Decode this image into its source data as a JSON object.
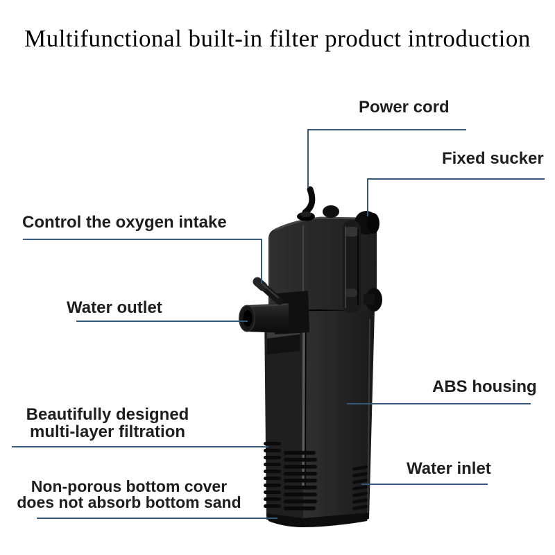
{
  "title": "Multifunctional built-in filter product introduction",
  "callouts": {
    "power_cord": {
      "label": "Power cord"
    },
    "fixed_sucker": {
      "label": "Fixed sucker"
    },
    "oxygen_intake": {
      "label": "Control the oxygen intake"
    },
    "water_outlet": {
      "label": "Water outlet"
    },
    "abs_housing": {
      "label": "ABS housing"
    },
    "water_inlet": {
      "label": "Water inlet"
    },
    "filtration": {
      "line1": "Beautifully designed",
      "line2": "multi-layer filtration"
    },
    "bottom_cover": {
      "line1": "Non-porous bottom cover",
      "line2": "does not absorb bottom sand"
    }
  },
  "colors": {
    "background": "#ffffff",
    "title_text": "#000000",
    "label_text": "#1e1e1e",
    "leader_line": "#35597c",
    "product_black": "#1e1e1e"
  }
}
